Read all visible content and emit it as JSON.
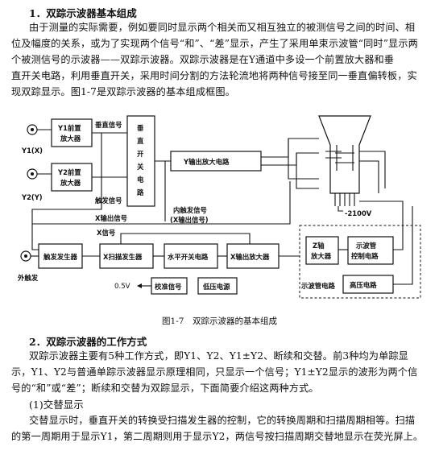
{
  "sec1": {
    "heading": "1．双踪示波器基本组成",
    "lines": [
      "由于测量的实际需要，例如要同时显示两个相关而又相互独立的被测信号之间的时间、相",
      "位及幅度的关系，或为了实现两个信号“和”、“差”显示，产生了采用单束示波管“同时”显示两",
      "个被测信号的示波器——双踪示波器。双踪示波器是在Y通道中多设一个前置放大器和垂",
      "直开关电路，利用垂直开关，采用时间分割的方法轮流地将两种信号接至同一垂直偏转板，实",
      "现双踪显示。图1-7是双踪示波器的基本组成框图。"
    ]
  },
  "diagram": {
    "y1_input": "Y1(X)",
    "y2_input": "Y2(Y)",
    "ext_trigger": "外触发",
    "y1_preamp": [
      "Y1前置",
      "放大器"
    ],
    "y2_preamp": [
      "Y2前置",
      "放大器"
    ],
    "vertical_signal": "垂直信号",
    "trigger_signal": "触发信号",
    "vertical_switch": [
      "垂",
      "直",
      "开",
      "关",
      "电",
      "路"
    ],
    "y_output_amp": "Y输出放大电路",
    "internal_trigger": [
      "内触发信号",
      "(X输出信号)"
    ],
    "x_output_signal": "X输出信号",
    "x_signal": "X信号",
    "trigger_generator": "触发发生器",
    "x_sweep_generator": "X扫描发生器",
    "horizontal_switch": "水平开关电路",
    "x_output_amp": "X输出放大器",
    "z_amp": [
      "Z轴",
      "放大器"
    ],
    "crt_control": [
      "示波管",
      "控制电路"
    ],
    "crt_circuit": "示波管电路",
    "hv_circuit": "高压电路",
    "voltage": "0.5V",
    "calibration": "校准信号",
    "low_voltage": "低压电源",
    "hv_value": "-2100V"
  },
  "caption": "图1-7　双踪示波器的基本组成",
  "sec2": {
    "heading": "2．双踪示波器的工作方式",
    "lines": [
      "双踪示波器主要有5种工作方式，即Y1、Y2、Y1±Y2、断续和交替。前3种均为单踪显",
      "示，Y1、Y2与普通单踪示波器显示原理相同，只显示一个信号；Y1±Y2显示的波形为两个信",
      "号的“和”或“差”；断续和交替为双踪显示，下面简要介绍这两种方式。"
    ],
    "sub_heading": "(1)交替显示",
    "sub_lines": [
      "交替显示时，垂直开关的转换受扫描发生器的控制，它的转换周期和扫描周期相等。扫描",
      "的第一周期用于显示Y1，第二周期则用于显示Y2，两信号按扫描周期交替地显示在荧光屏上。"
    ]
  }
}
